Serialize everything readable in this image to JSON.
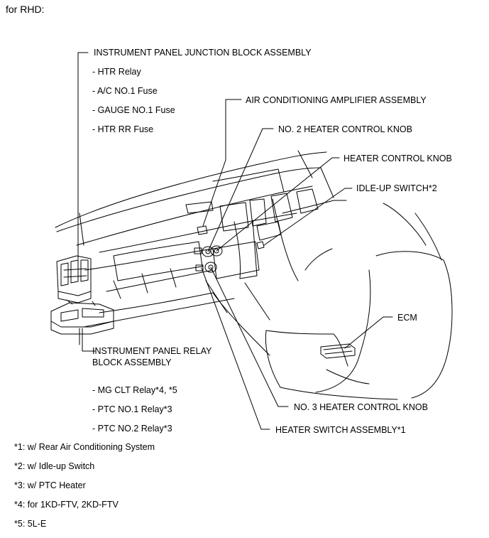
{
  "header": "for RHD:",
  "labels": {
    "ipjb": "INSTRUMENT PANEL JUNCTION BLOCK ASSEMBLY",
    "ipjb_items": [
      "- HTR Relay",
      "- A/C NO.1 Fuse",
      "- GAUGE NO.1 Fuse",
      "- HTR RR Fuse"
    ],
    "aca": "AIR CONDITIONING AMPLIFIER ASSEMBLY",
    "no2": "NO. 2 HEATER CONTROL KNOB",
    "hck": "HEATER CONTROL KNOB",
    "idle": "IDLE-UP SWITCH*2",
    "ecm": "ECM",
    "iprb_line1": "INSTRUMENT PANEL RELAY",
    "iprb_line2": "BLOCK ASSEMBLY",
    "iprb_items": [
      "- MG CLT Relay*4, *5",
      "- PTC NO.1 Relay*3",
      "- PTC NO.2 Relay*3"
    ],
    "no3": "NO. 3 HEATER CONTROL KNOB",
    "hsa": "HEATER SWITCH ASSEMBLY*1"
  },
  "footnotes": [
    "*1: w/ Rear Air Conditioning System",
    "*2: w/ Idle-up Switch",
    "*3: w/ PTC Heater",
    "*4: for 1KD-FTV, 2KD-FTV",
    "*5: 5L-E"
  ]
}
